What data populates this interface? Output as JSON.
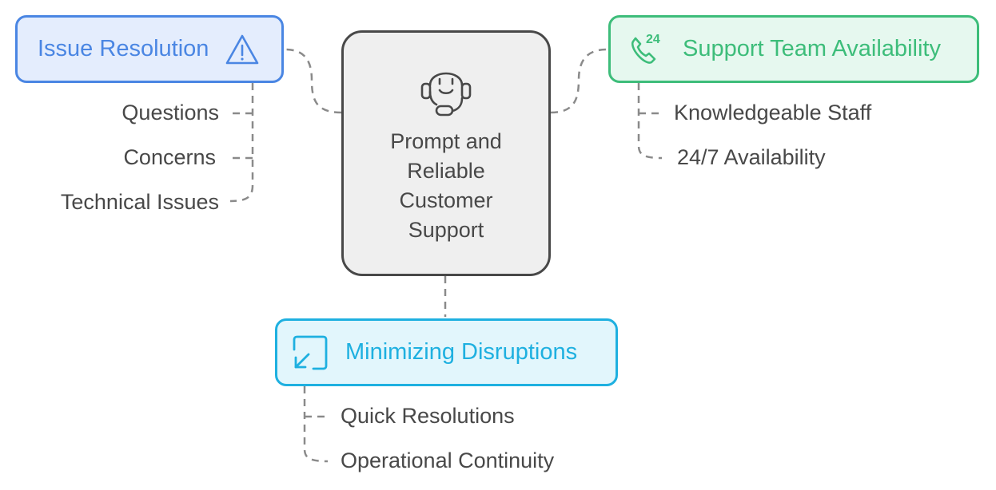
{
  "center": {
    "title_lines": [
      "Prompt and",
      "Reliable",
      "Customer",
      "Support"
    ],
    "icon": "headset-agent-icon"
  },
  "branches": {
    "issue_resolution": {
      "label": "Issue Resolution",
      "icon": "warning-triangle-icon",
      "color": "#4a86e3",
      "fill": "#e4edfd",
      "items": [
        "Questions",
        "Concerns",
        "Technical Issues"
      ]
    },
    "support_team": {
      "label": "Support Team Availability",
      "icon": "phone-24-icon",
      "icon_text": "24",
      "color": "#3dbd7a",
      "fill": "#e6f8ef",
      "items": [
        "Knowledgeable Staff",
        "24/7 Availability"
      ]
    },
    "minimizing": {
      "label": "Minimizing Disruptions",
      "icon": "minimize-arrow-icon",
      "color": "#1eb0e0",
      "fill": "#e2f6fc",
      "items": [
        "Quick Resolutions",
        "Operational Continuity"
      ]
    }
  },
  "colors": {
    "text": "#484848",
    "connector": "#8a8a8a",
    "center_fill": "#efefef"
  }
}
